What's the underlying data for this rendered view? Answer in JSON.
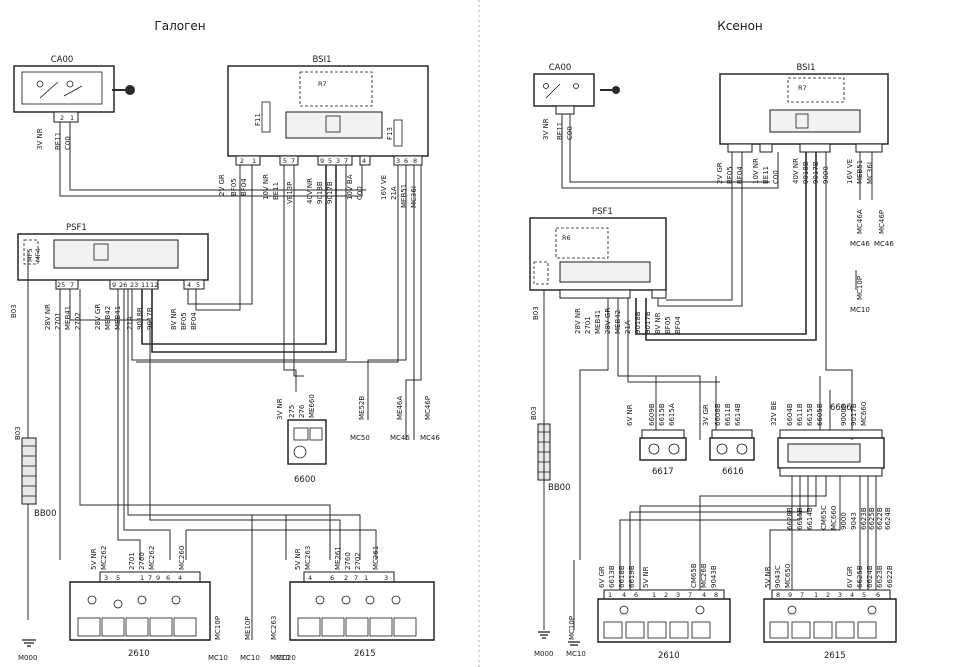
{
  "panels": {
    "left": {
      "title": "Галоген",
      "modules": {
        "ca00": "CA00",
        "bsi1": "BSI1",
        "psf1": "PSF1",
        "m6600": "6600",
        "m2610": "2610",
        "m2615": "2615"
      },
      "components": {
        "r7": "R7",
        "f11": "F11",
        "f13": "F13",
        "bb00": "BB00",
        "b03": "B03",
        "b03_side": "B03"
      },
      "ca00_pins": [
        "2",
        "1"
      ],
      "ca00_wire_labels": [
        "3V NR",
        "BE11",
        "C00"
      ],
      "bsi_pins": [
        "2",
        "1",
        "5",
        "7",
        "9",
        "5",
        "3",
        "7",
        "4",
        "3",
        "6",
        "8"
      ],
      "bsi_wire_labels": [
        "2V GR",
        "BF05",
        "BF04",
        "10V NR",
        "BE11",
        "VE13P",
        "40V NR",
        "9018B",
        "9017B",
        "10V BA",
        "C00",
        "16V VE",
        "21A",
        "MEB51",
        "MC36I"
      ],
      "psf_pins": [
        "25",
        "7",
        "9",
        "26",
        "23",
        "11",
        "12",
        "4",
        "5"
      ],
      "psf_fuses": [
        "MF5",
        "MF4"
      ],
      "psf_wire_labels": [
        "28V NR",
        "2701",
        "MEB41",
        "2702",
        "28V GR",
        "MEB42",
        "MEB41",
        "21A",
        "9018B",
        "9017B",
        "8V NR",
        "BF05",
        "BF04"
      ],
      "m6600_labels": [
        "3V NR",
        "275",
        "276",
        "ME660"
      ],
      "ground_labels": [
        "ME52B",
        "MC50",
        "ME46A",
        "MC46",
        "MC46P",
        "MC46"
      ],
      "m2610_pins": [
        "3",
        "5",
        "1",
        "7",
        "9",
        "6",
        "4"
      ],
      "m2610_wire_labels": [
        "5V NR",
        "MC262",
        "2701",
        "2760",
        "MC262",
        "MC260"
      ],
      "m2615_pins": [
        "4",
        "6",
        "2",
        "7",
        "1",
        "3"
      ],
      "m2615_wire_labels": [
        "5V NR",
        "MC263",
        "ME261",
        "2760",
        "2702",
        "MC261"
      ],
      "bottom_labels": [
        "M000",
        "MC10",
        "MC10",
        "MC10P",
        "MC10",
        "MC263",
        "MC20",
        "ME10P"
      ]
    },
    "right": {
      "title": "Ксенон",
      "modules": {
        "ca00": "CA00",
        "bsi1": "BSI1",
        "psf1": "PSF1",
        "m6606": "6606",
        "m6617": "6617",
        "m6616": "6616",
        "m2610": "2610",
        "m2615": "2615"
      },
      "components": {
        "r6": "R6",
        "r7": "R7",
        "bb00": "BB00",
        "b03": "B03",
        "b03_side": "B03"
      },
      "ca00_wire_labels": [
        "3V NR",
        "BE11",
        "C00"
      ],
      "bsi_wire_labels": [
        "2V GR",
        "BF05",
        "BF04",
        "10V NR",
        "BE11",
        "C00",
        "40V NR",
        "9018B",
        "9017B",
        "9000",
        "16V VE",
        "MEB51",
        "MC36I"
      ],
      "psf_wire_labels": [
        "28V NR",
        "2701",
        "MEB41",
        "28V GR",
        "MEB42",
        "21A",
        "9018B",
        "9017B",
        "8V NR",
        "BF05",
        "BF04"
      ],
      "m6617_labels": [
        "6V NR",
        "6609B",
        "6615B",
        "6615A"
      ],
      "m6616_labels": [
        "3V GR",
        "6608B",
        "6611B",
        "6614B"
      ],
      "m6606_labels": [
        "32V BE",
        "6604B",
        "6611B",
        "6615B",
        "6605B",
        "9000P",
        "9017B",
        "MC660"
      ],
      "m6606_bottom_labels": [
        "6628B",
        "6615B",
        "6614B",
        "CM65C",
        "MC660",
        "9000",
        "9043",
        "6623B",
        "6625B",
        "6622B",
        "6624B"
      ],
      "m2610_labels": [
        "6V GR",
        "6613B",
        "6618B",
        "6619B",
        "5V NR",
        "CM65B",
        "MC26B",
        "9043B"
      ],
      "m2615_labels": [
        "5V NR",
        "9043C",
        "MC650",
        "6V GR",
        "6625B",
        "6624B",
        "6623B",
        "6622B"
      ],
      "m2610_pins": [
        "1",
        "4",
        "6",
        "1",
        "2",
        "3",
        "7",
        "4",
        "8"
      ],
      "m2615_pins": [
        "8",
        "9",
        "7",
        "1",
        "2",
        "3",
        "4",
        "5",
        "6"
      ],
      "ground_labels": [
        "MC46A",
        "MC46",
        "MC46P",
        "MC46",
        "MC10P",
        "MC10"
      ],
      "bottom_labels": [
        "M000",
        "MC10P",
        "MC10"
      ]
    }
  }
}
